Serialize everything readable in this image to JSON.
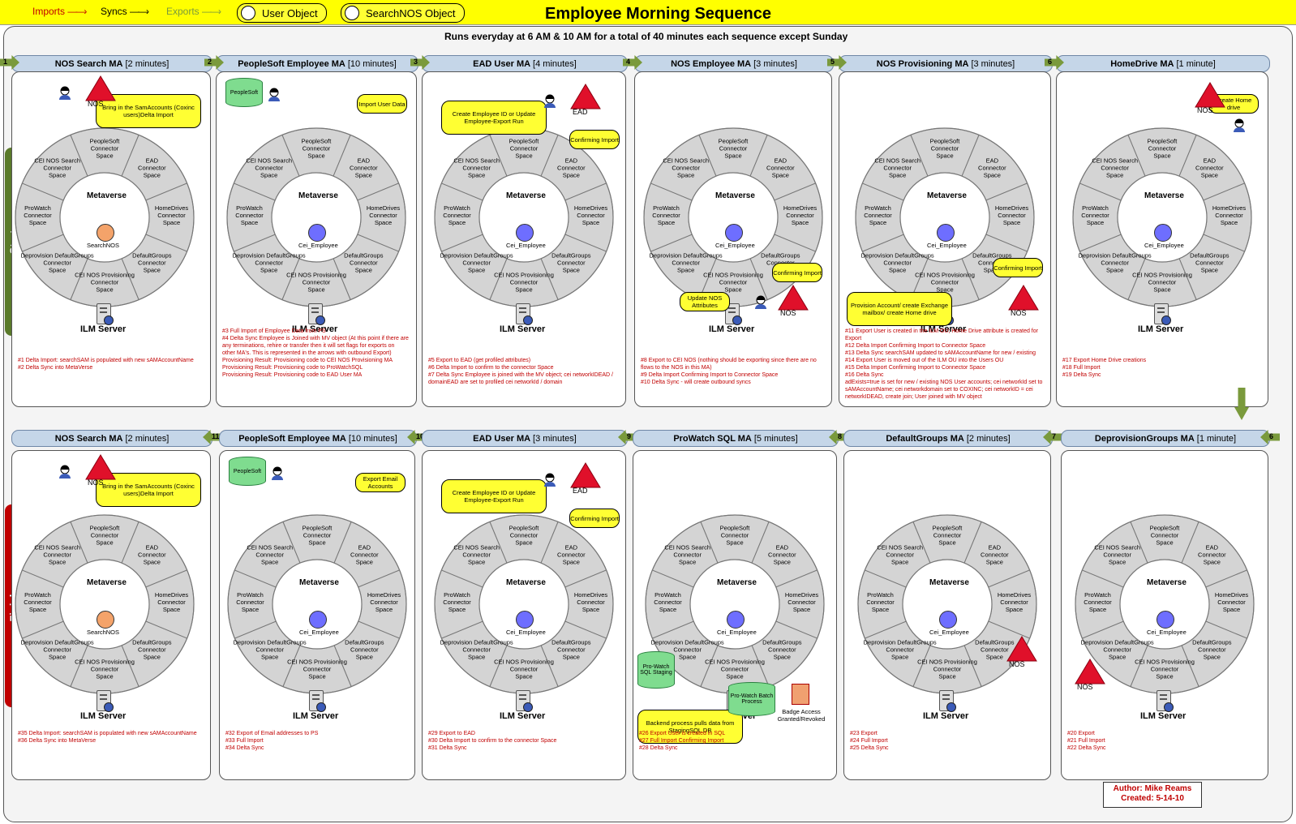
{
  "header": {
    "legend": {
      "imports": "Imports",
      "syncs": "Syncs",
      "exports": "Exports",
      "user_object": "User Object",
      "searchnos_object": "SearchNOS Object"
    },
    "title": "Employee Morning Sequence",
    "subtitle": "Runs everyday at 6 AM & 10 AM for a total of 40 minutes each sequence except Sunday"
  },
  "side": {
    "start": "Start",
    "finish": "Finish"
  },
  "colors": {
    "header_yellow": "#ffff00",
    "ma_header": "#c5d6e8",
    "arrow_green": "#7a9a3c",
    "import_red": "#c00000",
    "start_green": "#5a7a2a",
    "finish_red": "#c00000",
    "ring_gray": "#d4d4d4"
  },
  "common": {
    "metaverse": "Metaverse",
    "ilm_server": "ILM Server",
    "cei_employee": "Cei_Employee",
    "searchnos": "SearchNOS",
    "nos": "NOS",
    "ead": "EAD"
  },
  "segments": [
    "PeopleSoft Connector Space",
    "EAD Connector Space",
    "HomeDrives Connector Space",
    "DefaultGroups Connector Space",
    "CEI NOS Provisioning Connector Space",
    "Deprovision DefaultGroups Connector Space",
    "ProWatch Connector Space",
    "CEI NOS Search Connector Space"
  ],
  "top_row": [
    {
      "step": "1",
      "name": "NOS Search MA",
      "dur": "[2 minutes]",
      "callouts": [
        "Bring in the SamAccounts (Coxinc users)Delta Import"
      ],
      "notes": [
        "#1 Delta Import: searchSAM is populated with new sAMAccountName",
        "#2 Delta Sync into MetaVerse"
      ]
    },
    {
      "step": "2",
      "name": "PeopleSoft Employee MA",
      "dur": "[10 minutes]",
      "callouts": [
        "Import User Data"
      ],
      "notes": [
        "#3 Full Import of Employee Data from PS",
        "#4 Delta Sync Employee is Joined with MV object (At this point if there are any terminations, rehire or transfer then it will set flags for exports on other MA's. This is represented in the arrows with outbound Export)",
        "Provisioning Result: Provisioning code to CEI NOS Provisioning MA",
        "Provisioning Result: Provisioning code to ProWatchSQL",
        "Provisioning Result: Provisioning code to EAD User MA"
      ]
    },
    {
      "step": "3",
      "name": "EAD User MA",
      "dur": "[4 minutes]",
      "callouts": [
        "Create Employee ID or Update Employee-Export Run",
        "Confirming Import"
      ],
      "notes": [
        "#5 Export to EAD (get profiled attributes)",
        "#6 Delta Import to confirm to the connector Space",
        "#7 Delta Sync Employee is joined with the MV object; cei networkIDEAD / domainEAD are set to profiled cei networkId / domain"
      ]
    },
    {
      "step": "4",
      "name": "NOS Employee MA",
      "dur": "[3 minutes]",
      "callouts": [
        "Confirming Import",
        "Update NOS Attributes"
      ],
      "notes": [
        "#8 Export to CEI NOS (nothing should be exporting since there are no flows to the NOS in this MA)",
        "#9 Delta Import Confirming Import to Connector Space",
        "#10 Delta Sync - will create outbound syncs"
      ]
    },
    {
      "step": "5",
      "name": "NOS Provisioning MA",
      "dur": "[3 minutes]",
      "callouts": [
        "Confirming Import",
        "Provision Account/ create Exchange mailbox/ create Home drive"
      ],
      "notes": [
        "#11 Export User is created in the ILM OU; Home Drive attribute is created for Export",
        "#12 Delta Import Confirming Import to Connector Space",
        "#13 Delta Sync searchSAM updated to sAMAccountName for new / existing",
        "#14 Export User is moved out of the ILM OU into the Users OU",
        "#15 Delta Import Confirming Import to Connector Space",
        "#16 Delta Sync",
        "adExists=true is set for new / existing NOS User accounts; cei networkId set to sAMAccountName; cei networkdomain set to COXINC; cei networkID = cei networkIDEAD, create join; User joined with MV object"
      ]
    },
    {
      "step": "6",
      "name": "HomeDrive MA",
      "dur": "[1 minute]",
      "callouts": [
        "Create Home drive"
      ],
      "notes": [
        "#17 Export Home Drive creations",
        "#18 Full Import",
        "#19 Delta Sync"
      ]
    }
  ],
  "bottom_row": [
    {
      "step": "11",
      "name": "NOS Search MA",
      "dur": "[2 minutes]",
      "callouts": [
        "Bring in the SamAccounts (Coxinc users)Delta Import"
      ],
      "notes": [
        "#35 Delta Import: searchSAM is populated with new sAMAccountName",
        "#36 Delta Sync into MetaVerse"
      ]
    },
    {
      "step": "10",
      "name": "PeopleSoft Employee MA",
      "dur": "[10 minutes]",
      "callouts": [
        "Export Email Accounts"
      ],
      "notes": [
        "#32 Export of Email addresses to PS",
        "#33 Full Import",
        "#34 Delta Sync"
      ]
    },
    {
      "step": "9",
      "name": "EAD User MA",
      "dur": "[3 minutes]",
      "callouts": [
        "Create Employee ID or Update Employee-Export Run",
        "Confirming Import"
      ],
      "notes": [
        "#29 Export to EAD",
        "#30 Delta Import to confirm to the connector Space",
        "#31 Delta Sync"
      ]
    },
    {
      "step": "8",
      "name": "ProWatch SQL MA",
      "dur": "[5 minutes]",
      "callouts": [
        "Backend process pulls data from StagingSQL DB"
      ],
      "notes": [
        "#26 Export User is created in SQL",
        "#27 Full Import Confirming Import",
        "#28 Delta Sync"
      ]
    },
    {
      "step": "7",
      "name": "DefaultGroups MA",
      "dur": "[2 minutes]",
      "callouts": [],
      "notes": [
        "#23 Export",
        "#24 Full Import",
        "#25 Delta Sync"
      ]
    },
    {
      "step": "6",
      "name": "DeprovisionGroups MA",
      "dur": "[1 minute]",
      "callouts": [],
      "notes": [
        "#20 Export",
        "#21 Full Import",
        "#22 Delta Sync"
      ]
    }
  ],
  "prowatch": {
    "staging": "Pro-Watch SQL Staging",
    "batch": "Pro-Watch Batch Process",
    "badge": "Badge Access Granted/Revoked"
  },
  "author": {
    "line1": "Author: Mike Reams",
    "line2": "Created: 5-14-10"
  }
}
